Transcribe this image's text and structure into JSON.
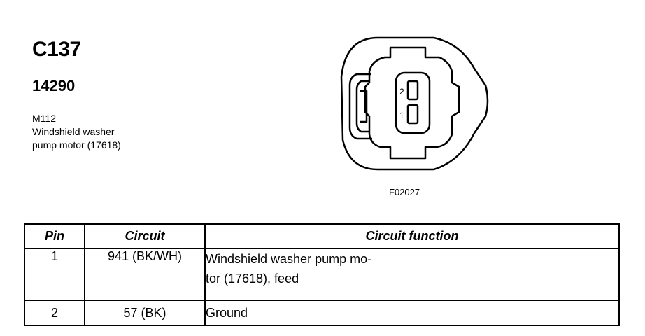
{
  "header": {
    "connector_id": "C137",
    "part_number": "14290"
  },
  "component": {
    "code": "M112",
    "name_line1": "Windshield washer",
    "name_line2": "pump motor (17618)"
  },
  "diagram": {
    "pin_label_top": "2",
    "pin_label_bottom": "1",
    "figure_code": "F02027"
  },
  "table": {
    "headers": {
      "pin": "Pin",
      "circuit": "Circuit",
      "function": "Circuit function"
    },
    "rows": [
      {
        "pin": "1",
        "circuit": "941 (BK/WH)",
        "function_line1": "Windshield washer pump mo-",
        "function_line2": "tor (17618), feed"
      },
      {
        "pin": "2",
        "circuit": "57 (BK)",
        "function_line1": "Ground"
      }
    ]
  }
}
